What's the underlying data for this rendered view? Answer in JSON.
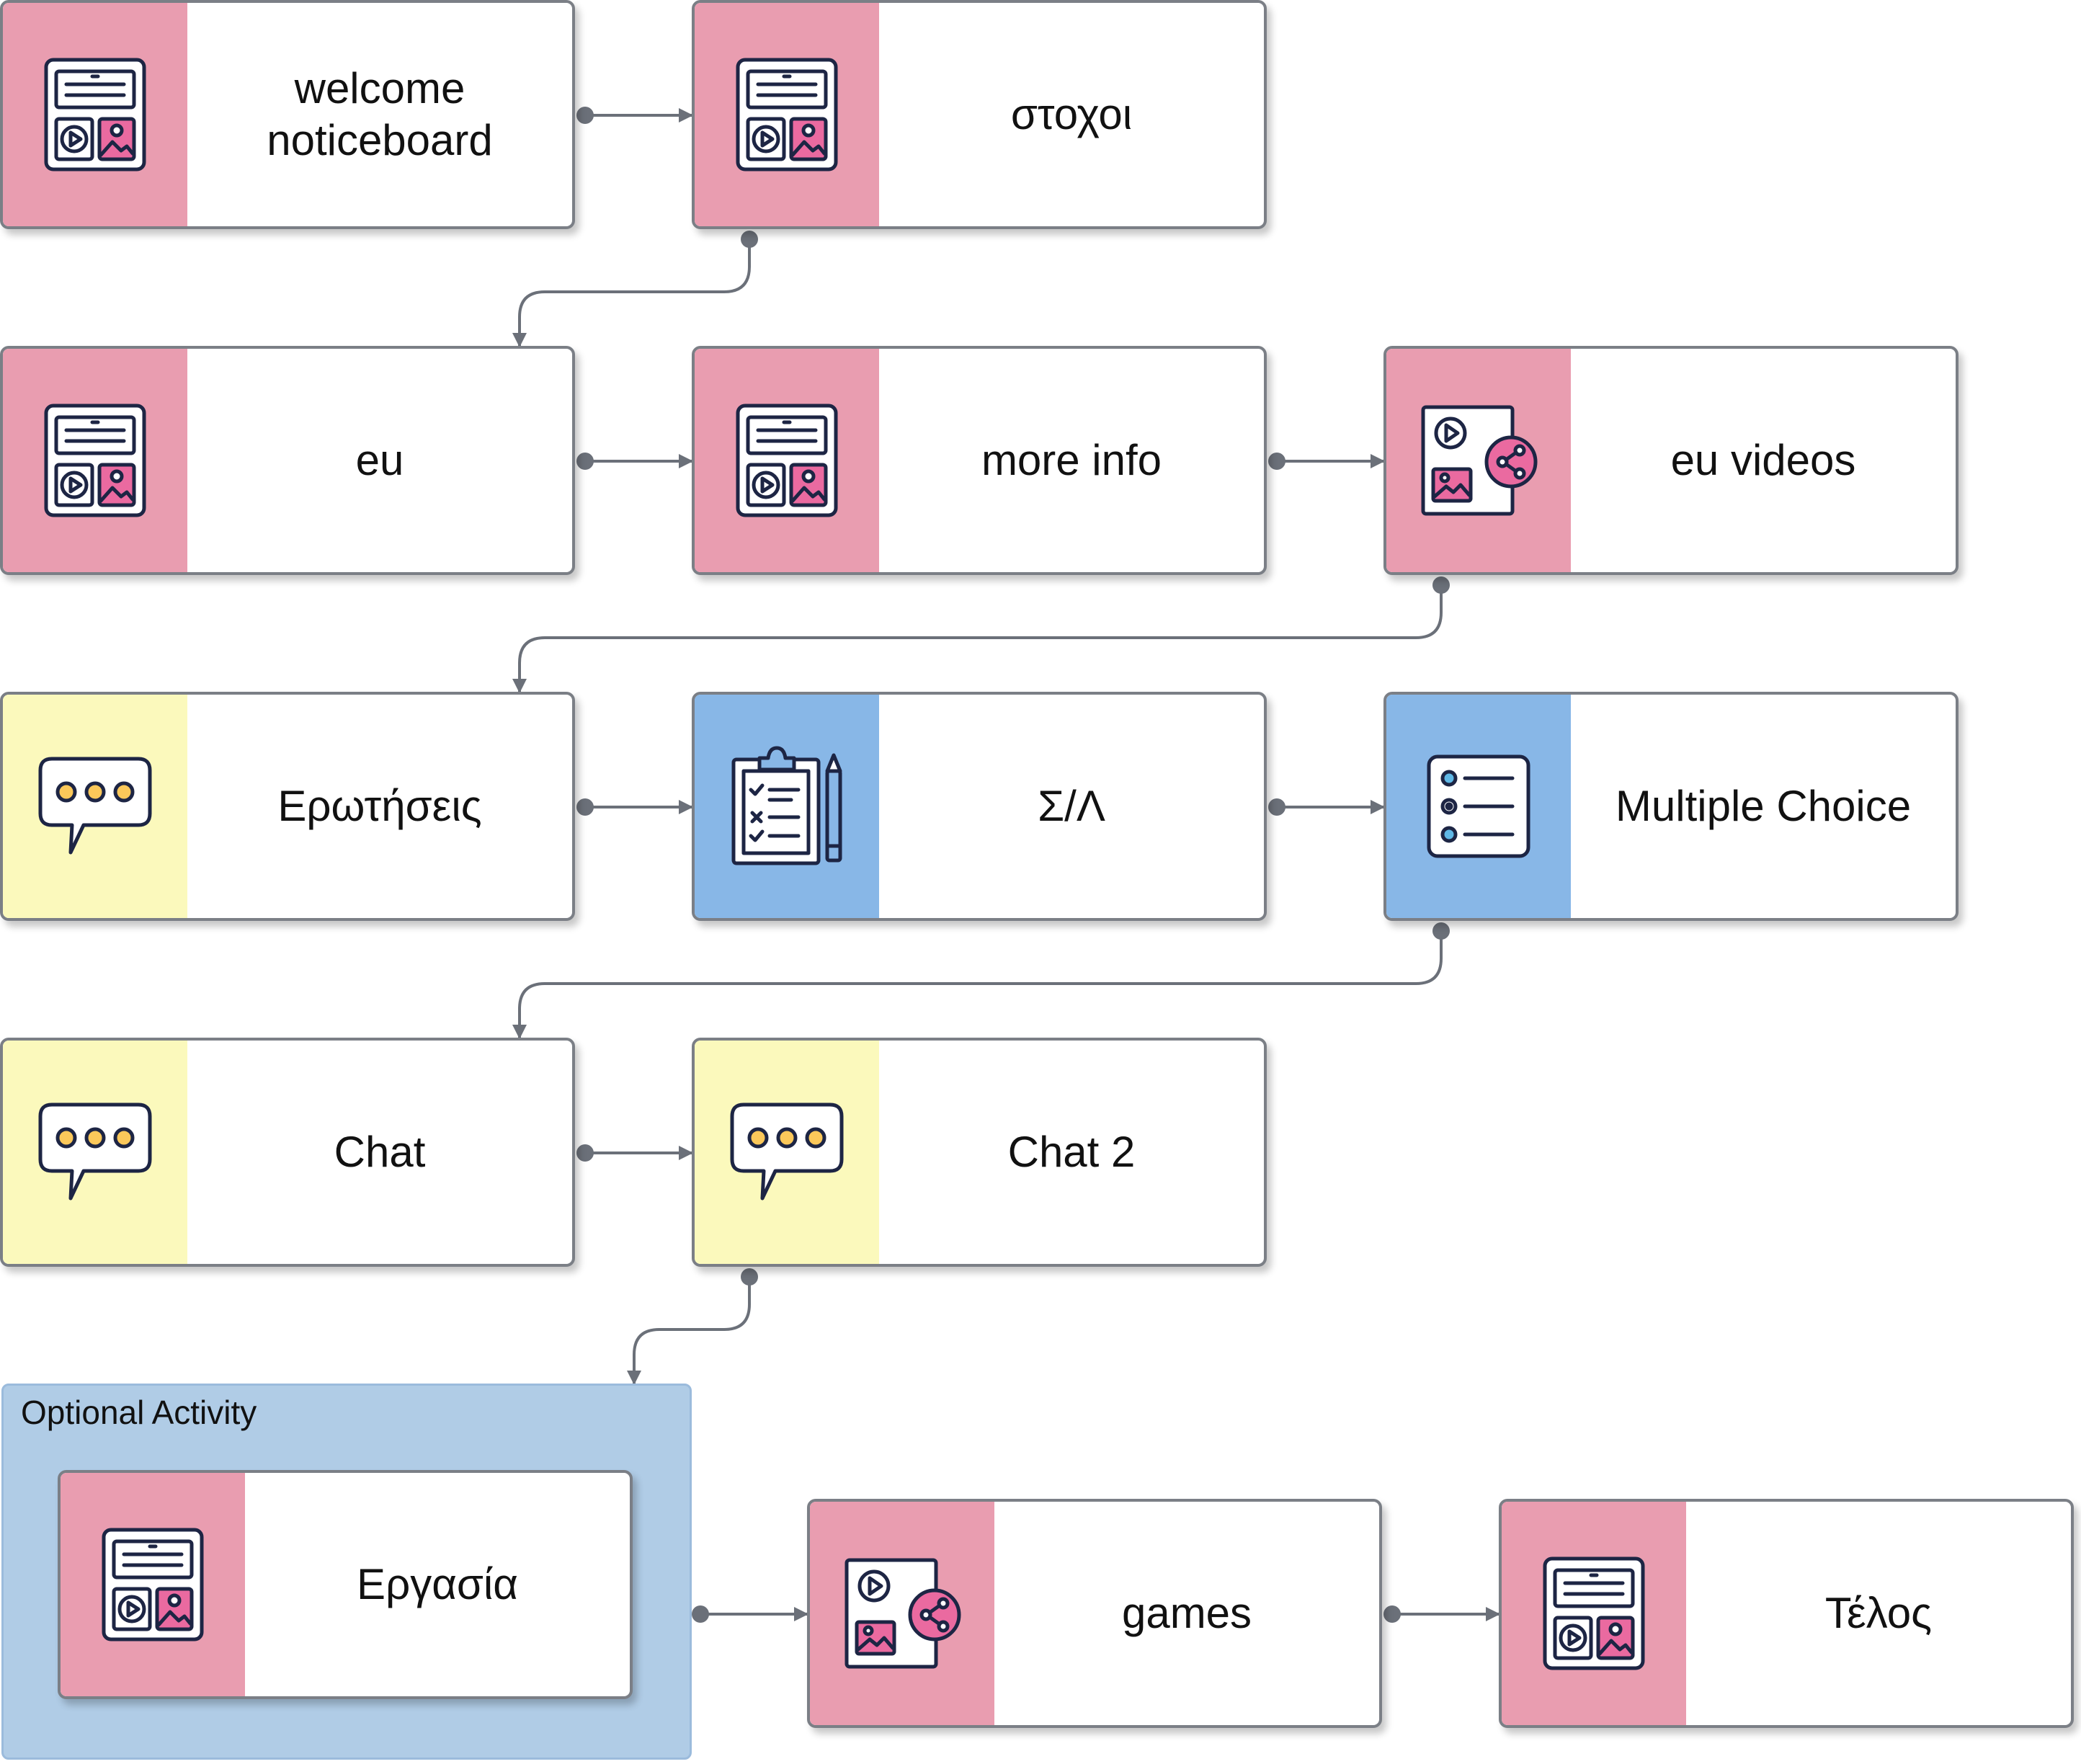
{
  "nodes": {
    "welcome": {
      "label": "welcome\nnoticeboard",
      "icon": "noticeboard-icon",
      "category": "pink"
    },
    "stoxoi": {
      "label": "στοχοι",
      "icon": "noticeboard-icon",
      "category": "pink"
    },
    "eu": {
      "label": "eu",
      "icon": "noticeboard-icon",
      "category": "pink"
    },
    "more_info": {
      "label": "more info",
      "icon": "noticeboard-icon",
      "category": "pink"
    },
    "eu_videos": {
      "label": "eu videos",
      "icon": "media-share-icon",
      "category": "pink"
    },
    "erotiseis": {
      "label": "Ερωτήσεις",
      "icon": "chat-bubble-icon",
      "category": "yellow"
    },
    "sl": {
      "label": "Σ/Λ",
      "icon": "clipboard-checklist-icon",
      "category": "blue"
    },
    "multiple_choice": {
      "label": "Multiple Choice",
      "icon": "multiple-choice-list-icon",
      "category": "blue"
    },
    "chat": {
      "label": "Chat",
      "icon": "chat-bubble-icon",
      "category": "yellow"
    },
    "chat2": {
      "label": "Chat 2",
      "icon": "chat-bubble-icon",
      "category": "yellow"
    },
    "ergasia": {
      "label": "Εργασία",
      "icon": "noticeboard-icon",
      "category": "pink"
    },
    "games": {
      "label": "games",
      "icon": "media-share-icon",
      "category": "pink"
    },
    "telos": {
      "label": "Τέλος",
      "icon": "noticeboard-icon",
      "category": "pink"
    }
  },
  "group": {
    "title": "Optional Activity"
  },
  "edges": [
    [
      "welcome",
      "stoxoi"
    ],
    [
      "stoxoi",
      "eu"
    ],
    [
      "eu",
      "more_info"
    ],
    [
      "more_info",
      "eu_videos"
    ],
    [
      "eu_videos",
      "erotiseis"
    ],
    [
      "erotiseis",
      "sl"
    ],
    [
      "sl",
      "multiple_choice"
    ],
    [
      "multiple_choice",
      "chat"
    ],
    [
      "chat",
      "chat2"
    ],
    [
      "chat2",
      "optional_activity"
    ],
    [
      "optional_activity",
      "games"
    ],
    [
      "games",
      "telos"
    ]
  ],
  "colors": {
    "pink": "#e99db0",
    "yellow": "#fbf9bc",
    "blue": "#88b7e7",
    "connector": "#6b7079",
    "group": "#b0cce6"
  }
}
